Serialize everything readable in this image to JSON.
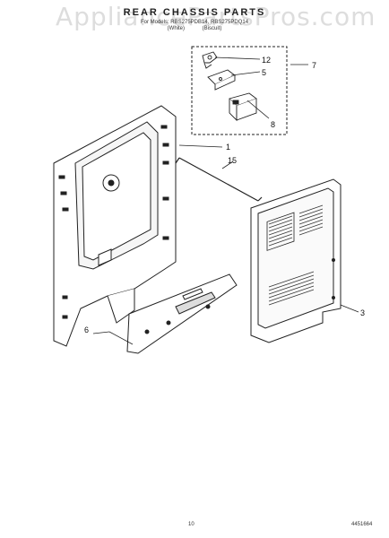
{
  "watermark": "AppliancePartsPros.com",
  "header": {
    "title": "REAR CHASSIS PARTS",
    "subtitle": "For Models: RBS275PDB14, RBS275PDQ14",
    "colors": "(White)  (Biscuit)"
  },
  "callouts": [
    "1",
    "3",
    "5",
    "6",
    "7",
    "8",
    "12",
    "15"
  ],
  "footer": {
    "page": "10",
    "part_no": "4451664"
  }
}
